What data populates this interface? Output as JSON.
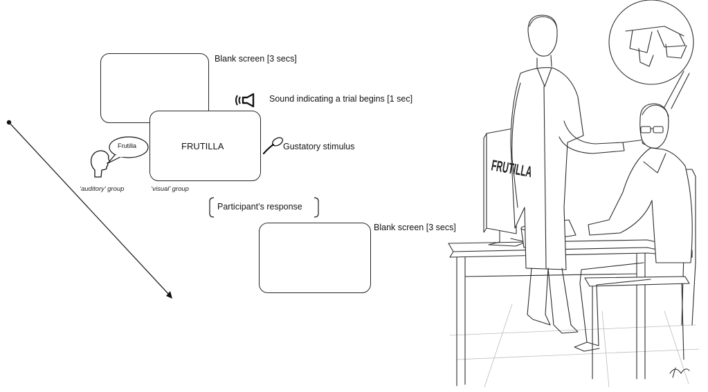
{
  "timeline": {
    "blank_screen_1": "Blank screen [3 secs]",
    "sound_cue": "Sound indicating a trial begins [1 sec]",
    "stimulus_word": "FRUTILLA",
    "spoken_word": "Frutilla",
    "gustatory": "Gustatory stimulus",
    "auditory_group": "‘auditory’ group",
    "visual_group": "‘visual’ group",
    "response": "Participant’s response",
    "blank_screen_2": "Blank screen [3 secs]"
  },
  "illustration": {
    "monitor_word": "FRUTILLA"
  },
  "icons": [
    "speaker-icon",
    "spoon-icon",
    "head-speaking-icon",
    "glasses-icon"
  ]
}
